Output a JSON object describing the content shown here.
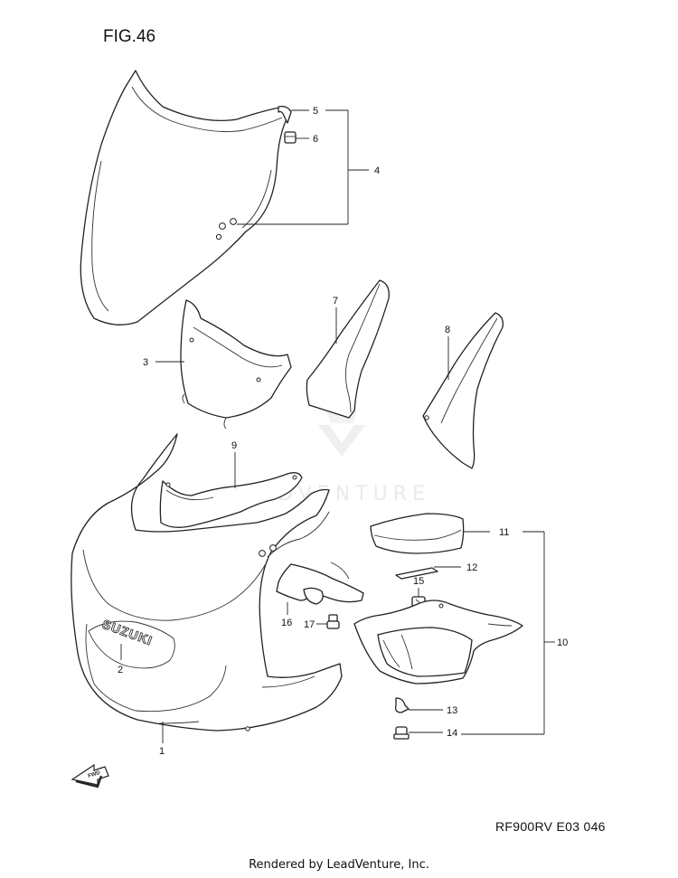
{
  "figure": {
    "title": "FIG.46",
    "doc_code": "RF900RV E03  046"
  },
  "footer": {
    "rendered_by": "Rendered by LeadVenture, Inc."
  },
  "watermark": {
    "text": "LEADVENTURE"
  },
  "fwd_arrow": {
    "label": "FWD"
  },
  "brand_mark": {
    "text": "SUZUKI"
  },
  "callouts": {
    "c1": "1",
    "c2": "2",
    "c3": "3",
    "c4": "4",
    "c5": "5",
    "c6": "6",
    "c7": "7",
    "c8": "8",
    "c9": "9",
    "c10": "10",
    "c11": "11",
    "c12": "12",
    "c13": "13",
    "c14": "14",
    "c15": "15",
    "c16": "16",
    "c17": "17"
  }
}
